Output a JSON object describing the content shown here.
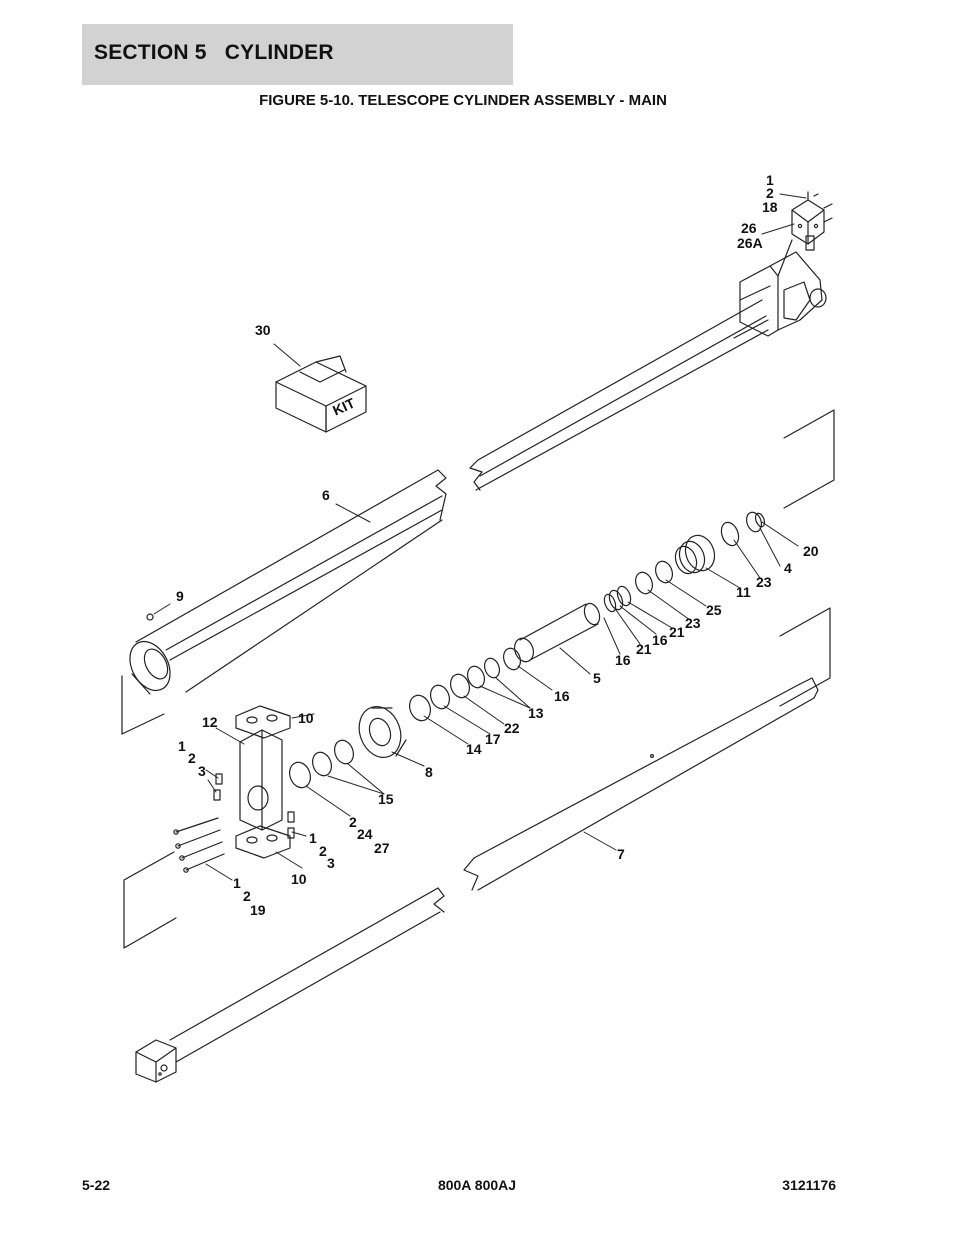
{
  "header": {
    "section_title": "SECTION 5   CYLINDER",
    "figure_title": "FIGURE 5-10. TELESCOPE CYLINDER ASSEMBLY - MAIN"
  },
  "callouts": {
    "c1a": "1",
    "c2a": "2",
    "c18": "18",
    "c26": "26",
    "c26A": "26A",
    "c30": "30",
    "c6": "6",
    "c9": "9",
    "c20": "20",
    "c4": "4",
    "c23a": "23",
    "c11": "11",
    "c25": "25",
    "c23b": "23",
    "c21a": "21",
    "c16a": "16",
    "c21b": "21",
    "c16b": "16",
    "c5": "5",
    "c16c": "16",
    "c13": "13",
    "c22": "22",
    "c17": "17",
    "c14": "14",
    "c8": "8",
    "c10a": "10",
    "c12": "12",
    "c1b": "1",
    "c2b": "2",
    "c3a": "3",
    "c15": "15",
    "c2c": "2",
    "c24": "24",
    "c27": "27",
    "c1c": "1",
    "c2d": "2",
    "c3b": "3",
    "c10b": "10",
    "c1d": "1",
    "c2e": "2",
    "c19": "19",
    "c7": "7",
    "kit": "KIT"
  },
  "footer": {
    "page_number": "5-22",
    "model": "800A 800AJ",
    "part_number": "3121176"
  }
}
